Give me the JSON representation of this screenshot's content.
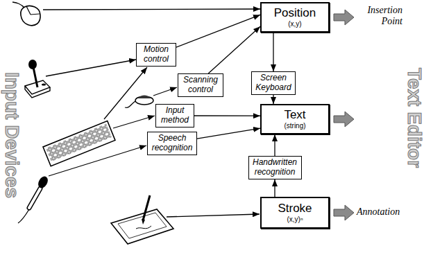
{
  "diagram": {
    "nodes": [
      {
        "text": [
          "Position",
          "(x,y)"
        ]
      },
      {
        "text": [
          "Motion control"
        ]
      },
      {
        "text": [
          "Scanning control"
        ]
      },
      {
        "text": [
          "Screen Keyboard"
        ]
      },
      {
        "text": [
          "Text",
          "(string)"
        ]
      },
      {
        "text": [
          "Input method"
        ]
      },
      {
        "text": [
          "Speech recognition"
        ]
      },
      {
        "text": [
          "Handwritten recognition"
        ]
      },
      {
        "text": [
          "Stroke",
          "(x,y)ⁿ"
        ]
      }
    ],
    "edges": [
      {
        "from": 1,
        "to": 0,
        "arrow": "to"
      },
      {
        "from": 2,
        "to": 0,
        "arrow": "to"
      },
      {
        "from": 0,
        "to": 3,
        "arrow": "to"
      },
      {
        "from": 3,
        "to": 4,
        "arrow": "to"
      },
      {
        "from": 5,
        "to": 4,
        "arrow": "to"
      },
      {
        "from": 6,
        "to": 4,
        "arrow": "to"
      },
      {
        "from": 7,
        "to": 4,
        "arrow": "to"
      },
      {
        "from": 8,
        "to": 7,
        "arrow": "to"
      }
    ],
    "labels": [
      "Insertion Point",
      "Input Devices",
      "Text Editor",
      "Annotation"
    ]
  }
}
